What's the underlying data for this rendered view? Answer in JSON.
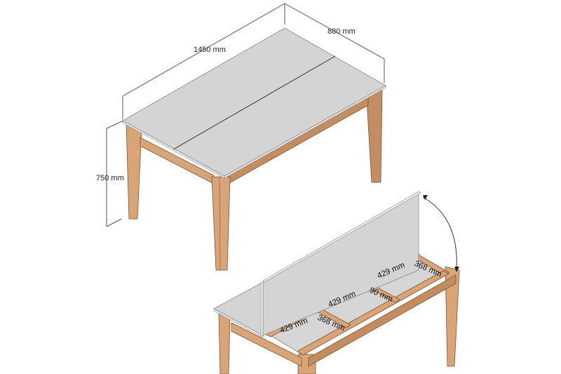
{
  "diagram": {
    "type": "product-dimension-drawing",
    "subject": "extendable dining table with storage compartments",
    "colors": {
      "tabletop": "#d4d4d4",
      "wood": "#d9a476",
      "wood_dark": "#c48d5f",
      "dimension_line": "#555555",
      "background": "#ffffff"
    },
    "overall_dimensions": {
      "length": "1450 mm",
      "width": "880 mm",
      "height": "750 mm"
    },
    "storage_view": {
      "compartments": [
        {
          "length": "429 mm",
          "depth": "368 mm"
        },
        {
          "length": "429 mm",
          "depth": "90 mm"
        },
        {
          "length": "429 mm",
          "depth": "368 mm"
        }
      ],
      "labels": {
        "c1_len": "429 mm",
        "c1_depth": "368 mm",
        "c2_len": "429 mm",
        "c2_depth": "90 mm",
        "c3_len": "429 mm",
        "c3_depth": "368 mm"
      },
      "lid_motion": "hinged tabletop lifts to reveal storage"
    }
  }
}
